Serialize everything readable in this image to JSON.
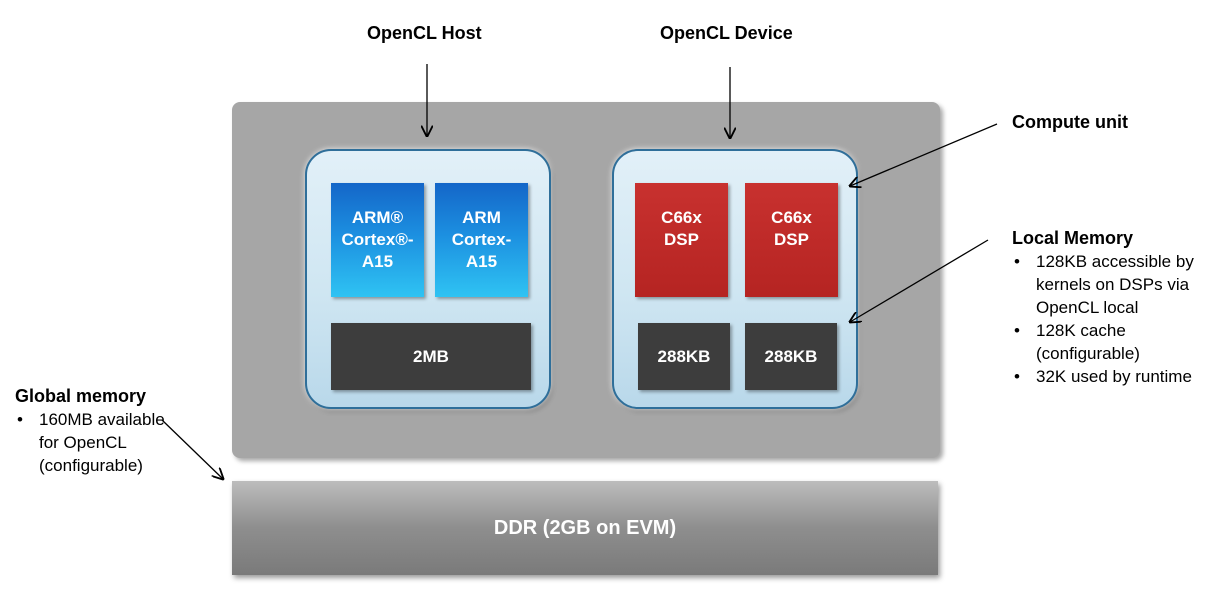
{
  "labels": {
    "opencl_host": "OpenCL Host",
    "opencl_device": "OpenCL Device",
    "compute_unit": "Compute unit",
    "local_memory": "Local Memory",
    "global_memory": "Global memory"
  },
  "local_memory_bullets": [
    "128KB accessible by kernels on DSPs via OpenCL local",
    "128K cache (configurable)",
    "32K used by runtime"
  ],
  "global_memory_bullets": [
    "160MB available for OpenCL (configurable)"
  ],
  "host_cluster": {
    "core1": "ARM® Cortex®-A15",
    "core2": "ARM Cortex-A15",
    "memory": "2MB"
  },
  "device_cluster": {
    "core1": "C66x DSP",
    "core2": "C66x DSP",
    "memory1": "288KB",
    "memory2": "288KB"
  },
  "ddr": "DDR (2GB on EVM)"
}
